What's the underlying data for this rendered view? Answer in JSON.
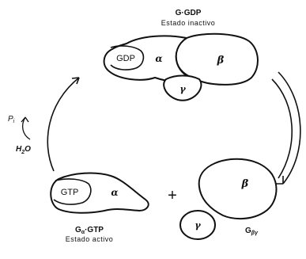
{
  "top_complex": {
    "title": "G·GDP",
    "state": "Estado inactivo",
    "gdp": "GDP",
    "alpha": "α",
    "beta": "β",
    "gamma": "γ"
  },
  "bottom_left": {
    "gtp": "GTP",
    "alpha": "α",
    "title_main": "G",
    "title_sub": "α",
    "title_rest": "·GTP",
    "state": "Estado activo"
  },
  "plus": "+",
  "bottom_right": {
    "beta": "β",
    "gamma": "γ",
    "title_main": "G",
    "title_sub": "βγ"
  },
  "hydrolysis": {
    "p": "P",
    "p_sub": "i",
    "water_h": "H",
    "water_sub": "2",
    "water_o": "O"
  }
}
